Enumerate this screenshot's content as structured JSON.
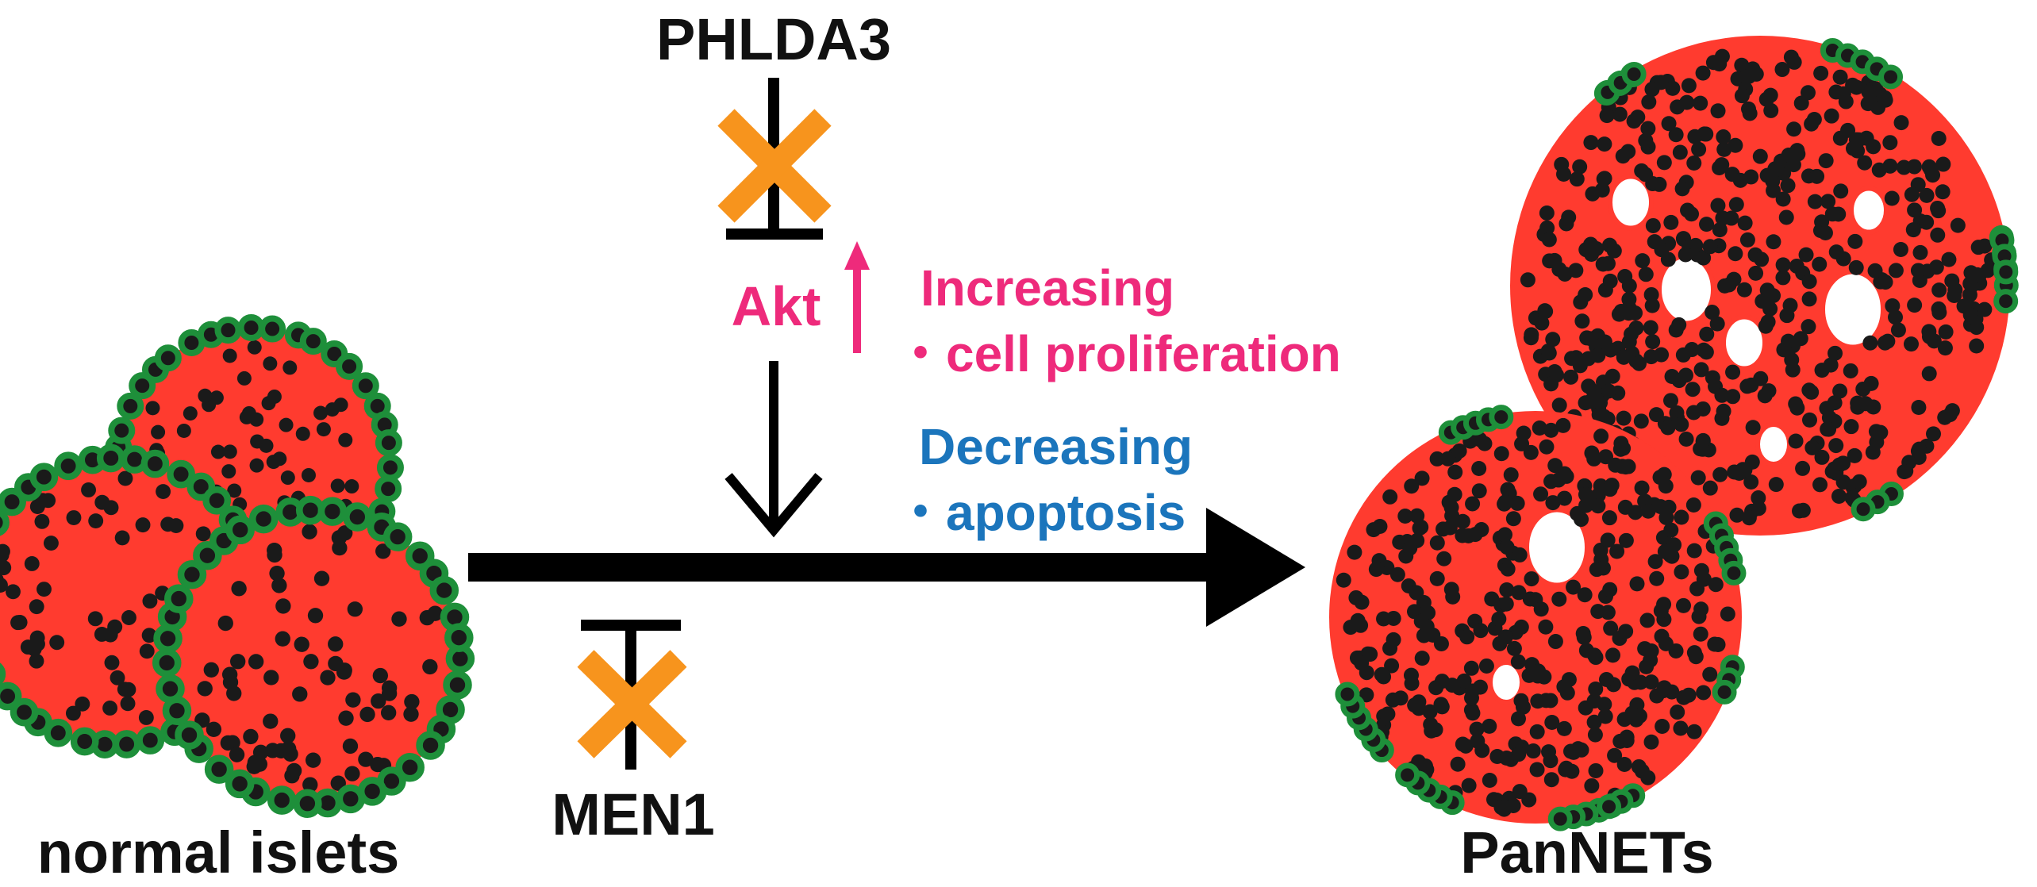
{
  "labels": {
    "phlda3": "PHLDA3",
    "men1": "MEN1",
    "akt": "Akt",
    "normal_islets": "normal islets",
    "pannets": "PanNETs"
  },
  "effects": {
    "increasing": {
      "heading": "Increasing",
      "item": "・cell proliferation"
    },
    "decreasing": {
      "heading": "Decreasing",
      "item": "・apoptosis"
    }
  },
  "colors": {
    "increase": "#ee2a7b",
    "decrease": "#1b75bc",
    "block_cross": "#f7941d",
    "cell_fill": "#ff3b2f",
    "nucleus": "#1a1a1a",
    "outer_cell": "#1e8f3a",
    "arrow": "#000000"
  }
}
